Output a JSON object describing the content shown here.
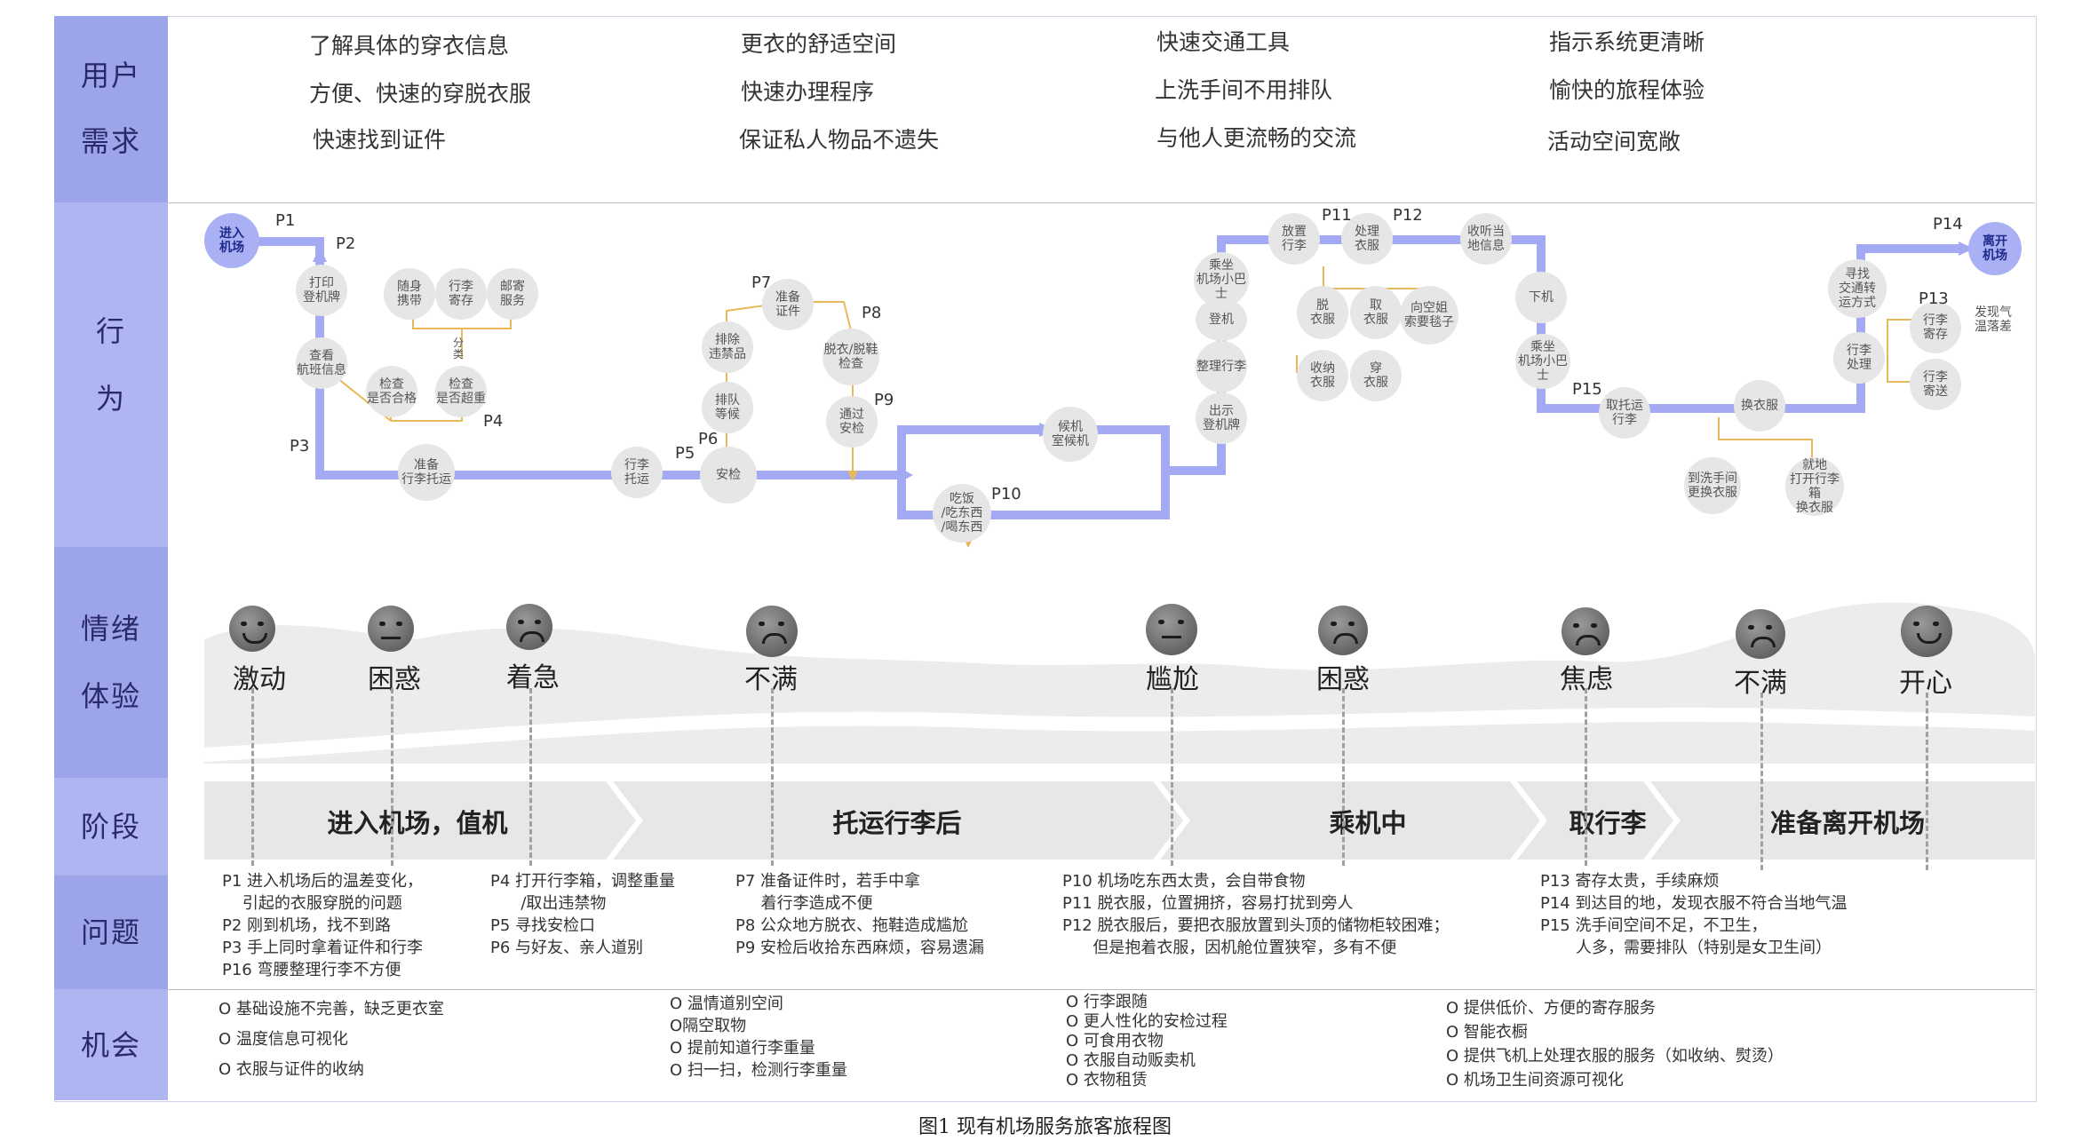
{
  "colors": {
    "accent": "#a9b0f3",
    "band": "#aeb5f0",
    "flow": "#a3a9f2",
    "node": "#e6e6e6",
    "arrow": "#e8b95a"
  },
  "rows": {
    "needs": "用户\n需求",
    "behavior": "行\n为",
    "emotion": "情绪\n体验",
    "stage": "阶段",
    "problem": "问题",
    "opportunity": "机会"
  },
  "needs": [
    "了解具体的穿衣信息",
    "方便、快速的穿脱衣服",
    "快速找到证件",
    "更衣的舒适空间",
    "快速办理程序",
    "保证私人物品不遗失",
    "快速交通工具",
    "上洗手间不用排队",
    "与他人更流畅的交流",
    "指示系统更清晰",
    "愉快的旅程体验",
    "活动空间宽敞"
  ],
  "nodes": [
    "进入\n机场",
    "打印\n登机牌",
    "查看\n航班信息",
    "随身\n携带",
    "行李\n寄存",
    "邮寄\n服务",
    "检查\n是否合格",
    "检查\n是否超重",
    "准备\n行李托运",
    "行李\n托运",
    "安检",
    "排队\n等候",
    "排除\n违禁品",
    "准备\n证件",
    "脱衣/脱鞋\n检查",
    "通过\n安检",
    "吃饭\n/吃东西\n/喝东西",
    "候机\n室候机",
    "乘坐\n机场小巴士",
    "登机",
    "整理行李",
    "出示\n登机牌",
    "放置\n行李",
    "处理\n衣服",
    "脱\n衣服",
    "取\n衣服",
    "收纳\n衣服",
    "穿\n衣服",
    "向空姐\n索要毯子",
    "收听当\n地信息",
    "下机",
    "乘坐\n机场小巴士",
    "取托运\n行李",
    "换衣服",
    "到洗手间\n更换衣服",
    "就地\n打开行李箱\n换衣服",
    "寻找\n交通转\n运方式",
    "行李\n处理",
    "行李\n寄存",
    "行李\n寄送",
    "离开\n机场",
    "发现气\n温落差"
  ],
  "p_labels": [
    "P1",
    "P2",
    "P3",
    "P4",
    "P5",
    "P6",
    "P7",
    "P8",
    "P9",
    "P10",
    "P11",
    "P12",
    "P13",
    "P14",
    "P15"
  ],
  "behavior_small": [
    "分\n类"
  ],
  "emotions": [
    "激动",
    "困惑",
    "着急",
    "不满",
    "尴尬",
    "困惑",
    "焦虑",
    "不满",
    "开心"
  ],
  "stages": [
    "进入机场，值机",
    "托运行李后",
    "乘机中",
    "取行李",
    "准备离开机场"
  ],
  "problems": [
    "P1 进入机场后的温差变化，\n    引起的衣服穿脱的问题\nP2 刚到机场，找不到路\nP3 手上同时拿着证件和行李\nP16 弯腰整理行李不方便",
    "P4 打开行李箱，调整重量\n      /取出违禁物\nP5 寻找安检口\nP6 与好友、亲人道别",
    "P7 准备证件时，若手中拿\n     着行李造成不便\nP8 公众地方脱衣、拖鞋造成尴尬\nP9 安检后收拾东西麻烦，容易遗漏",
    "P10 机场吃东西太贵，会自带食物\nP11 脱衣服，位置拥挤，容易打扰到旁人\nP12 脱衣服后，要把衣服放置到头顶的储物柜较困难；\n      但是抱着衣服，因机舱位置狭窄，多有不便",
    "P13 寄存太贵，手续麻烦\nP14 到达目的地，发现衣服不符合当地气温\nP15 洗手间空间不足，不卫生，\n       人多，需要排队（特别是女卫生间）"
  ],
  "opportunities": [
    "O 基础设施不完善，缺乏更衣室\nO 温度信息可视化\nO 衣服与证件的收纳",
    "O 温情道别空间\nO隔空取物\nO 提前知道行李重量\nO 扫一扫，检测行李重量",
    "O 行李跟随\nO 更人性化的安检过程\nO 可食用衣物\nO 衣服自动贩卖机\nO 衣物租赁",
    "O 提供低价、方便的寄存服务\nO 智能衣橱\nO 提供飞机上处理衣服的服务（如收纳、熨烫）\nO 机场卫生间资源可视化"
  ],
  "caption": "图1 现有机场服务旅客旅程图"
}
